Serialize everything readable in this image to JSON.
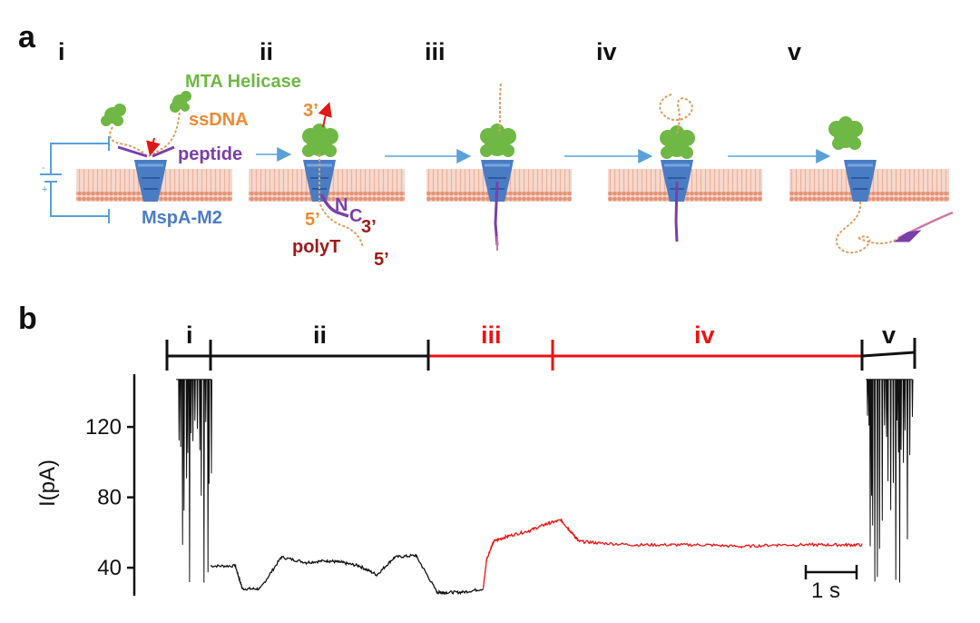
{
  "panel_a": {
    "letter": "a",
    "steps": [
      "i",
      "ii",
      "iii",
      "iv",
      "v"
    ],
    "labels": {
      "helicase": "MTA Helicase",
      "ssdna": "ssDNA",
      "peptide": "peptide",
      "pore": "MspA-M2",
      "three_prime_top": "3’",
      "five_prime": "5’",
      "n_term": "N",
      "c_term": "C",
      "three_prime_bottom": "3’",
      "polyt": "polyT",
      "five_prime_bottom": "5’"
    },
    "colors": {
      "helicase": "#6fb845",
      "ssdna": "#ee8a30",
      "peptide": "#7b3fa8",
      "pore": "#4a7cc4",
      "polyt": "#a01818",
      "membrane": "#e8a88e",
      "circuit": "#5aa0d8"
    }
  },
  "panel_b": {
    "letter": "b",
    "segments": [
      {
        "label": "i",
        "color": "#111111"
      },
      {
        "label": "ii",
        "color": "#111111"
      },
      {
        "label": "iii",
        "color": "#ee1111"
      },
      {
        "label": "iv",
        "color": "#ee1111"
      },
      {
        "label": "v",
        "color": "#111111"
      }
    ],
    "scale_bar": "1 s"
  },
  "chart_data": {
    "type": "line",
    "title": "",
    "xlabel": "",
    "ylabel": "I(pA)",
    "ylim": [
      22,
      150
    ],
    "yticks": [
      40,
      80,
      120
    ],
    "grid": false,
    "series": [
      {
        "color": "#111111",
        "x": [
          0.0,
          0.35,
          0.45,
          0.7,
          1.0,
          1.35,
          1.65,
          1.85,
          2.1,
          2.35,
          2.6,
          2.9,
          3.2,
          3.3,
          3.55,
          3.85
        ],
        "y": [
          41,
          41,
          28,
          28,
          46,
          43,
          44,
          43,
          41,
          36,
          46,
          47,
          26,
          26,
          26,
          28
        ]
      },
      {
        "color": "#ee1111",
        "x": [
          3.85,
          3.9,
          4.0,
          4.2,
          4.5,
          4.75,
          4.95,
          5.1,
          5.2,
          5.5,
          6.0,
          6.5,
          7.0,
          7.5,
          8.0,
          8.5,
          8.9,
          9.2
        ],
        "y": [
          28,
          45,
          55,
          58,
          61,
          65,
          67,
          60,
          55,
          54,
          53,
          53,
          53,
          52,
          53,
          53,
          53,
          53
        ]
      }
    ]
  }
}
